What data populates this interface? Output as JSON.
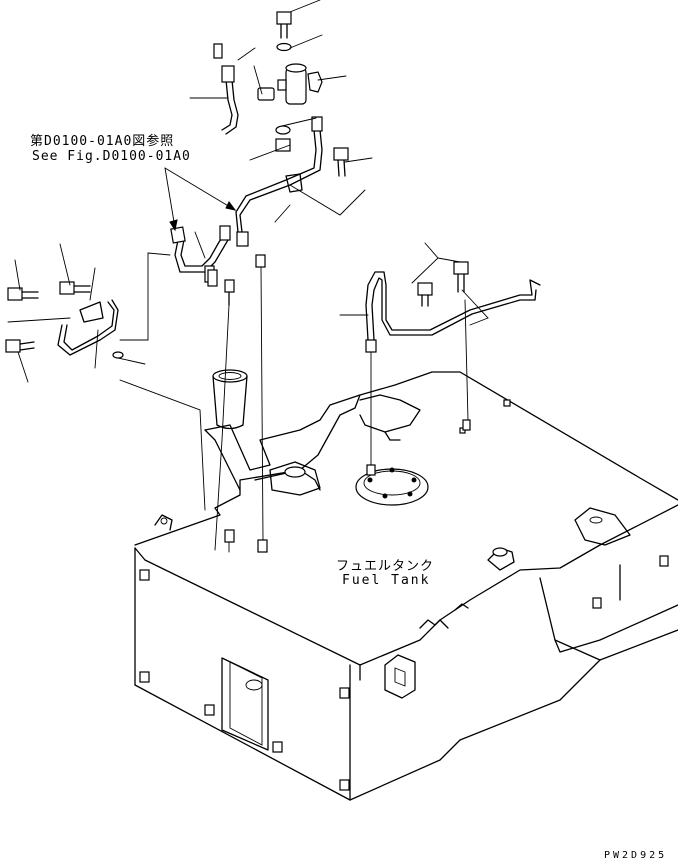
{
  "reference": {
    "japanese": "第D0100-01A0図参照",
    "english": "See Fig.D0100-01A0"
  },
  "fuel_tank": {
    "japanese": "フュエルタンク",
    "english": "Fuel Tank"
  },
  "drawing_number": "PW2D925"
}
